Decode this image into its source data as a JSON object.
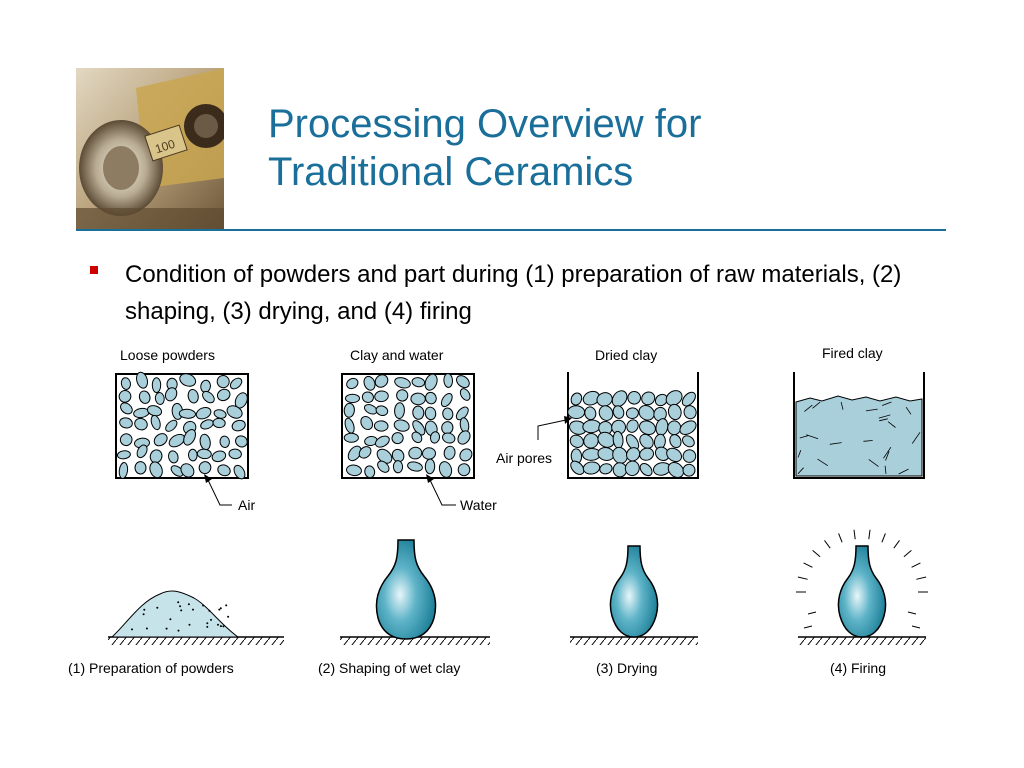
{
  "slide": {
    "title_line1": "Processing Overview for",
    "title_line2": "Traditional Ceramics",
    "bullet": "Condition of powders and part during (1) preparation of raw materials, (2) shaping, (3) drying, and (4) firing"
  },
  "photo": {
    "badge_text": "100"
  },
  "figure": {
    "box_titles": [
      "Loose powders",
      "Clay and water",
      "Dried clay",
      "Fired clay"
    ],
    "callouts": {
      "air": "Air",
      "water": "Water",
      "air_pores": "Air pores"
    },
    "stages": [
      "(1) Preparation of powders",
      "(2) Shaping of wet clay",
      "(3) Drying",
      "(4) Firing"
    ]
  },
  "colors": {
    "title": "#1a6f9a",
    "bullet": "#cc0000",
    "particle": "#a9cfdb",
    "ware": "#2a8fa8"
  }
}
